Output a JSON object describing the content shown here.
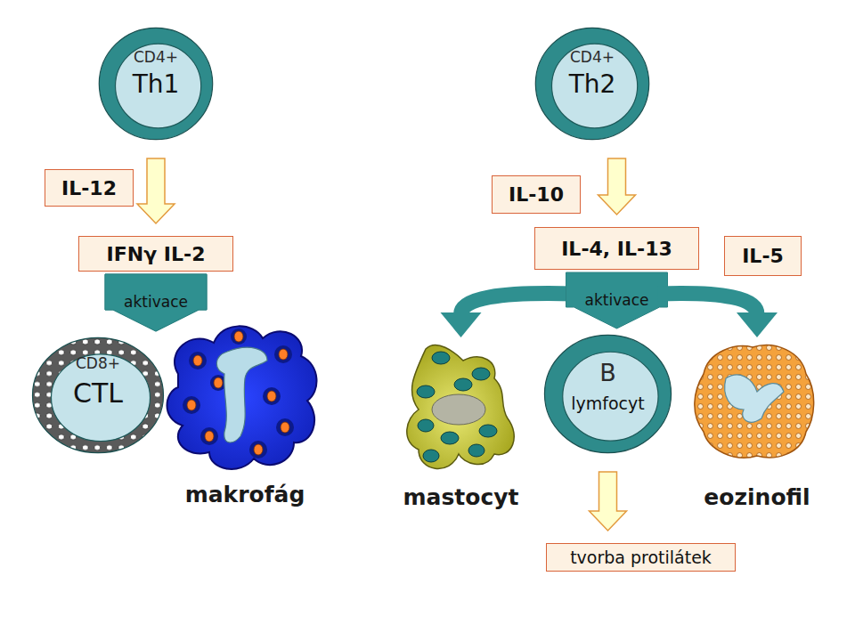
{
  "diagram": {
    "nodes": [
      {
        "text": [
          "CD4+",
          "Th1"
        ]
      },
      {
        "text": [
          "CD4+",
          "Th2"
        ]
      },
      {
        "text": [
          "IL-12"
        ]
      },
      {
        "text": [
          "IFNγ IL-2"
        ]
      },
      {
        "text": [
          "CD8+",
          "CTL"
        ]
      },
      {
        "text": [
          "makrofág"
        ]
      },
      {
        "text": [
          "IL-10"
        ]
      },
      {
        "text": [
          "IL-4, IL-13"
        ]
      },
      {
        "text": [
          "IL-5"
        ]
      },
      {
        "text": [
          "mastocyt"
        ]
      },
      {
        "text": [
          "B",
          "lymfocyt"
        ]
      },
      {
        "text": [
          "eozinofil"
        ]
      },
      {
        "text": [
          "tvorba protilátek"
        ]
      }
    ],
    "edges": [
      {
        "from": 0,
        "to": 3,
        "arrow": "to"
      },
      {
        "from": 3,
        "to": 4,
        "arrow": "to",
        "label": "aktivace"
      },
      {
        "from": 3,
        "to": 5,
        "arrow": "to"
      },
      {
        "from": 1,
        "to": 7,
        "arrow": "to"
      },
      {
        "from": 7,
        "to": 9,
        "arrow": "to"
      },
      {
        "from": 7,
        "to": 10,
        "arrow": "to",
        "label": "aktivace"
      },
      {
        "from": 7,
        "to": 11,
        "arrow": "to"
      },
      {
        "from": 10,
        "to": 12,
        "arrow": "to"
      }
    ]
  }
}
